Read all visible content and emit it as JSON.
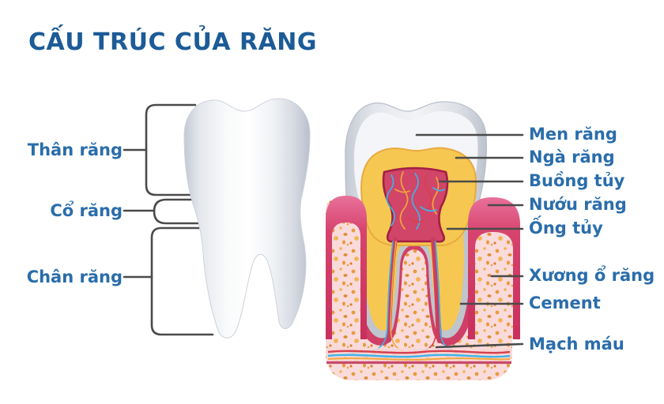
{
  "title": "CẤU TRÚC CỦA RĂNG",
  "left_labels": [
    {
      "id": "than-rang",
      "text": "Thân răng"
    },
    {
      "id": "co-rang",
      "text": "Cổ răng"
    },
    {
      "id": "chan-rang",
      "text": "Chân răng"
    }
  ],
  "right_labels": [
    {
      "id": "men-rang",
      "text": "Men răng"
    },
    {
      "id": "nga-rang",
      "text": "Ngà răng"
    },
    {
      "id": "buong-tuy",
      "text": "Buồng tủy"
    },
    {
      "id": "nuou-rang",
      "text": "Nướu răng"
    },
    {
      "id": "ong-tuy",
      "text": "Ống tủy"
    },
    {
      "id": "xuong-o-rang",
      "text": "Xương ổ răng"
    },
    {
      "id": "cement",
      "text": "Cement"
    },
    {
      "id": "mach-mau",
      "text": "Mạch máu"
    }
  ],
  "colors": {
    "title_blue": "#1c5b97",
    "label_blue": "#2a6dab",
    "line_gray": "#4a4a4a",
    "enamel_white": "#f4f5f8",
    "enamel_silver": "#c9ced8",
    "dentin_yellow": "#f6c851",
    "dentin_edge": "#e8a943",
    "pulp_crimson": "#d04568",
    "pulp_border": "#a31f45",
    "gum_pink": "#cf3a63",
    "cement_gray": "#bfc5cd",
    "bone_pink": "#fadbdb",
    "speckle_orange": "#e79a3e",
    "vessel_blue": "#3fb3e8",
    "vessel_orange": "#f2a63b",
    "vessel_red": "#d8404e"
  }
}
